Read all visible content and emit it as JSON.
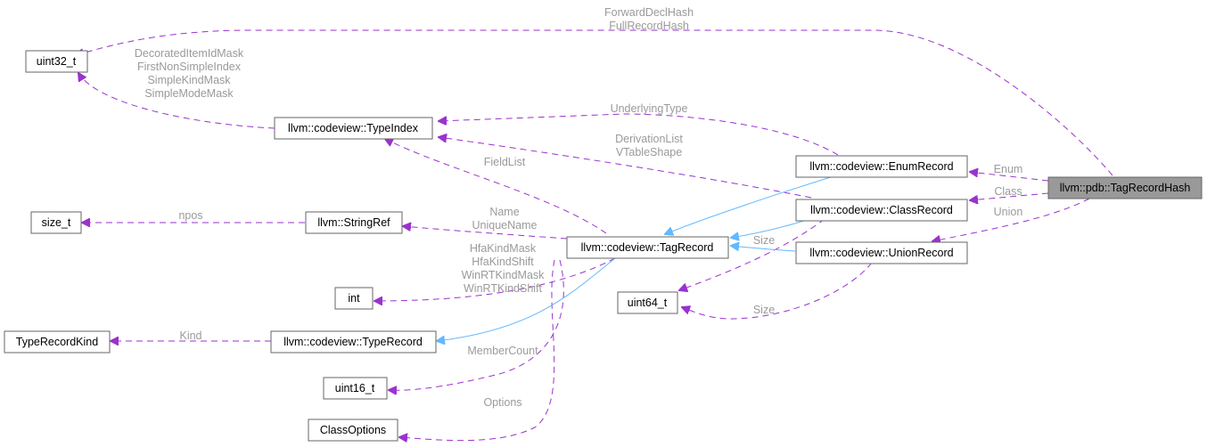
{
  "nodes": {
    "tag_record_hash": "llvm::pdb::TagRecordHash",
    "uint32_t": "uint32_t",
    "type_index": "llvm::codeview::TypeIndex",
    "enum_record": "llvm::codeview::EnumRecord",
    "class_record": "llvm::codeview::ClassRecord",
    "union_record": "llvm::codeview::UnionRecord",
    "tag_record": "llvm::codeview::TagRecord",
    "string_ref": "llvm::StringRef",
    "size_t": "size_t",
    "int": "int",
    "uint64_t": "uint64_t",
    "type_record_kind": "TypeRecordKind",
    "type_record": "llvm::codeview::TypeRecord",
    "uint16_t": "uint16_t",
    "class_options": "ClassOptions"
  },
  "labels": {
    "hash_to_uint32": [
      "ForwardDeclHash",
      "FullRecordHash"
    ],
    "typeindex_to_uint32": [
      "DecoratedItemIdMask",
      "FirstNonSimpleIndex",
      "SimpleKindMask",
      "SimpleModeMask"
    ],
    "underlying_type": "UnderlyingType",
    "derivation": [
      "DerivationList",
      "VTableShape"
    ],
    "field_list": "FieldList",
    "enum": "Enum",
    "class": "Class",
    "union": "Union",
    "npos": "npos",
    "name": [
      "Name",
      "UniqueName"
    ],
    "int_fields": [
      "HfaKindMask",
      "HfaKindShift",
      "WinRTKindMask",
      "WinRTKindShift"
    ],
    "size_class": "Size",
    "size_union": "Size",
    "kind": "Kind",
    "member_count": "MemberCount",
    "options": "Options"
  }
}
